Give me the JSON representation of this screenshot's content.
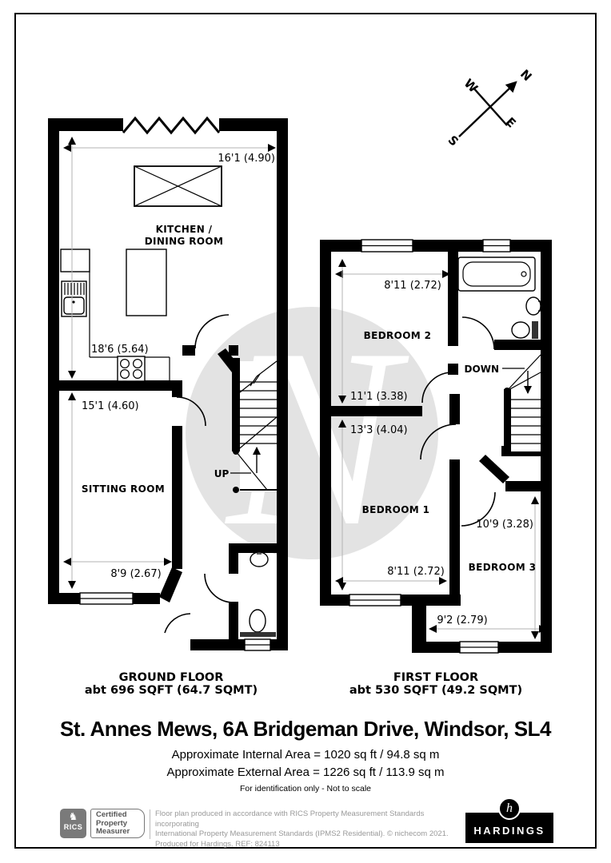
{
  "compass": {
    "n": "N",
    "e": "E",
    "s": "S",
    "w": "W"
  },
  "ground_floor": {
    "rooms": {
      "kitchen_line1": "KITCHEN /",
      "kitchen_line2": "DINING ROOM",
      "sitting": "SITTING ROOM"
    },
    "stairs_label": "UP",
    "dims": {
      "width_top": "16'1 (4.90)",
      "kitchen_depth": "18'6 (5.64)",
      "sitting_depth": "15'1 (4.60)",
      "sitting_width": "8'9 (2.67)"
    },
    "caption_line1": "GROUND FLOOR",
    "caption_line2": "abt 696 SQFT (64.7 SQMT)"
  },
  "first_floor": {
    "rooms": {
      "bedroom2": "BEDROOM 2",
      "bedroom1": "BEDROOM 1",
      "bedroom3": "BEDROOM 3"
    },
    "stairs_label": "DOWN",
    "dims": {
      "bedroom2_width": "8'11 (2.72)",
      "bedroom2_depth": "11'1 (3.38)",
      "bedroom1_depth": "13'3 (4.04)",
      "bedroom1_width": "8'11 (2.72)",
      "bedroom3_depth": "10'9 (3.28)",
      "bedroom3_width": "9'2 (2.79)"
    },
    "caption_line1": "FIRST FLOOR",
    "caption_line2": "abt 530 SQFT (49.2 SQMT)"
  },
  "title": "St. Annes Mews, 6A Bridgeman Drive, Windsor, SL4",
  "areas": {
    "internal": "Approximate Internal Area = 1020 sq ft / 94.8 sq m",
    "external": "Approximate External Area = 1226 sq ft / 113.9 sq m",
    "note": "For identification only - Not to scale"
  },
  "footer": {
    "rics_label": "RICS",
    "rics_lion_icon": "lion-mark",
    "badge_line1": "Certified",
    "badge_line2": "Property",
    "badge_line3": "Measurer",
    "disclaimer_line1": "Floor plan produced in accordance with RICS Property Measurement Standards incorporating",
    "disclaimer_line2": "International Property Measurement Standards (IPMS2 Residential).  © nichecom 2021.",
    "disclaimer_line3": "Produced for Hardings.   REF:  824113",
    "brand": "HARDINGS",
    "brand_monogram": "h"
  },
  "colors": {
    "wall": "#000000",
    "dimension_line": "#b3b3b3",
    "watermark": "#e3e3e3",
    "footer_text": "#999999",
    "rics_badge": "#7a7a7a",
    "brand_block": "#000000"
  }
}
